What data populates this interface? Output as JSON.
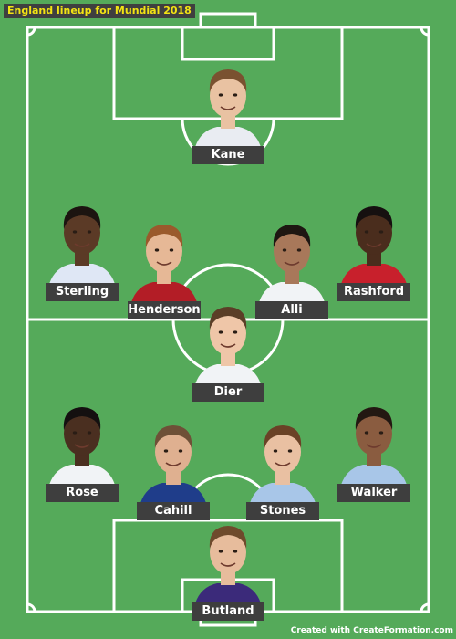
{
  "title": "England lineup for Mundial 2018",
  "credit": "Created with CreateFormation.com",
  "colors": {
    "pitch": "#55aa5a",
    "lines": "#ffffff",
    "label_bg": "#3e3e3e",
    "title_text": "#f3e313"
  },
  "players": {
    "kane": {
      "name": "Kane",
      "skin": "#e9c2a2",
      "hair": "#7a5130",
      "shirt": "#e9ecf2"
    },
    "sterling": {
      "name": "Sterling",
      "skin": "#5b3a26",
      "hair": "#1c1410",
      "shirt": "#dfe7f5"
    },
    "henderson": {
      "name": "Henderson",
      "skin": "#e6b896",
      "hair": "#9a5a2c",
      "shirt": "#b31d26"
    },
    "alli": {
      "name": "Alli",
      "skin": "#a8785a",
      "hair": "#1e1712",
      "shirt": "#f1f3f6"
    },
    "rashford": {
      "name": "Rashford",
      "skin": "#4a2d1d",
      "hair": "#161010",
      "shirt": "#c8202c"
    },
    "dier": {
      "name": "Dier",
      "skin": "#efc6a8",
      "hair": "#5b3e27",
      "shirt": "#f1f3f6"
    },
    "rose": {
      "name": "Rose",
      "skin": "#4a2f20",
      "hair": "#141010",
      "shirt": "#f1f3f6"
    },
    "cahill": {
      "name": "Cahill",
      "skin": "#dfb090",
      "hair": "#6e5037",
      "shirt": "#1f3d8a"
    },
    "stones": {
      "name": "Stones",
      "skin": "#e9c0a2",
      "hair": "#6a4226",
      "shirt": "#a8c6e8"
    },
    "walker": {
      "name": "Walker",
      "skin": "#8a5c40",
      "hair": "#231812",
      "shirt": "#a8c6e8"
    },
    "butland": {
      "name": "Butland",
      "skin": "#e7bc9c",
      "hair": "#6e4a2c",
      "shirt": "#3b2a7a"
    }
  }
}
